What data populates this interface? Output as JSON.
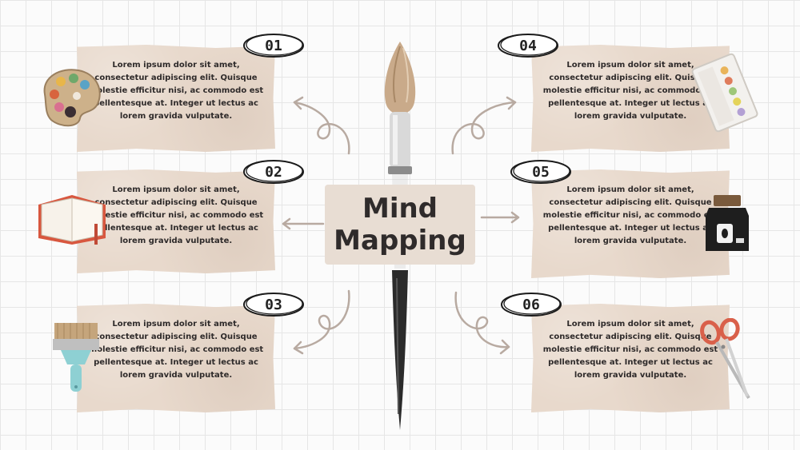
{
  "title": {
    "line1": "Mind",
    "line2": "Mapping"
  },
  "body_text": "Lorem ipsum dolor sit amet, consectetur adipiscing elit. Quisque molestie efficitur nisi, ac commodo est pellentesque at. Integer ut lectus ac lorem gravida vulputate.",
  "nodes": [
    {
      "number": "01",
      "icon": "paint-palette-icon"
    },
    {
      "number": "02",
      "icon": "open-book-icon"
    },
    {
      "number": "03",
      "icon": "paint-brush-icon"
    },
    {
      "number": "04",
      "icon": "watercolor-palette-icon"
    },
    {
      "number": "05",
      "icon": "ink-bottle-icon"
    },
    {
      "number": "06",
      "icon": "scissors-icon"
    }
  ],
  "colors": {
    "card": "#e8d9cc",
    "arrow": "#b8aaa1",
    "title_bg": "#e8ddd3",
    "text": "#2e2a2a"
  }
}
